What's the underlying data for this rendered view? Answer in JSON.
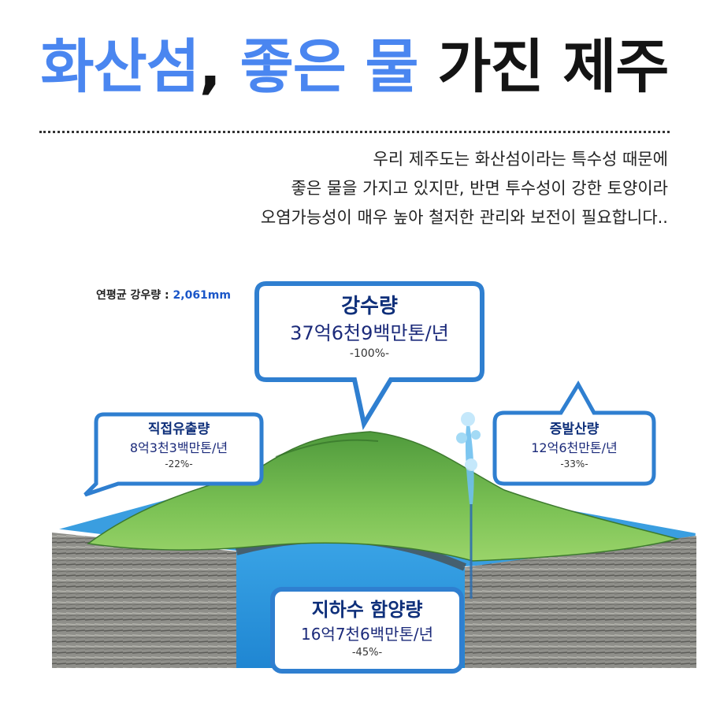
{
  "title": {
    "part1": "화산섬",
    "comma": ",",
    "part2": "좋은 물",
    "part3": "가진 제주"
  },
  "description": [
    "우리 제주도는 화산섬이라는 특수성 때문에",
    "좋은 물을 가지고 있지만, 반면 투수성이 강한 토양이라",
    "오염가능성이 매우 높아 철저한 관리와 보전이 필요합니다.."
  ],
  "rainfall": {
    "label": "연평균 강우량 : ",
    "value": "2,061mm"
  },
  "callouts": {
    "precipitation": {
      "title": "강수량",
      "value": "37억6천9백만톤/년",
      "percent": "-100%-"
    },
    "runoff": {
      "title": "직접유출량",
      "value": "8억3천3백만톤/년",
      "percent": "-22%-"
    },
    "evaporation": {
      "title": "증발산량",
      "value": "12억6천만톤/년",
      "percent": "-33%-"
    },
    "groundwater": {
      "title": "지하수 함양량",
      "value": "16억7천6백만톤/년",
      "percent": "-45%-"
    }
  },
  "colors": {
    "accent_blue": "#4a86f0",
    "callout_border": "#2f7fd0",
    "land_green": "#5fb24a",
    "sea_blue": "#3aa0e0"
  }
}
